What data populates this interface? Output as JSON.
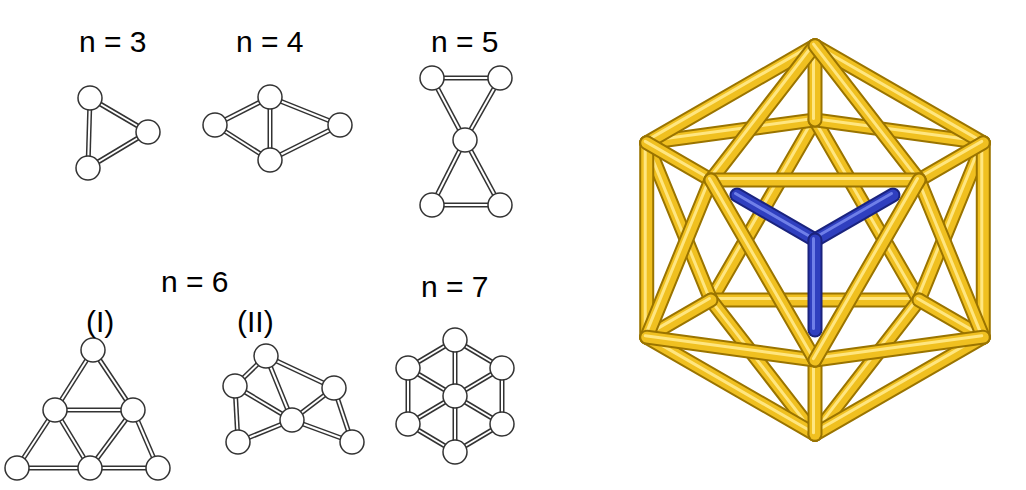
{
  "diagram": {
    "labels": [
      "n = 3",
      "n = 4",
      "n = 5",
      "n = 6",
      "(I)",
      "(II)",
      "n = 7"
    ]
  }
}
